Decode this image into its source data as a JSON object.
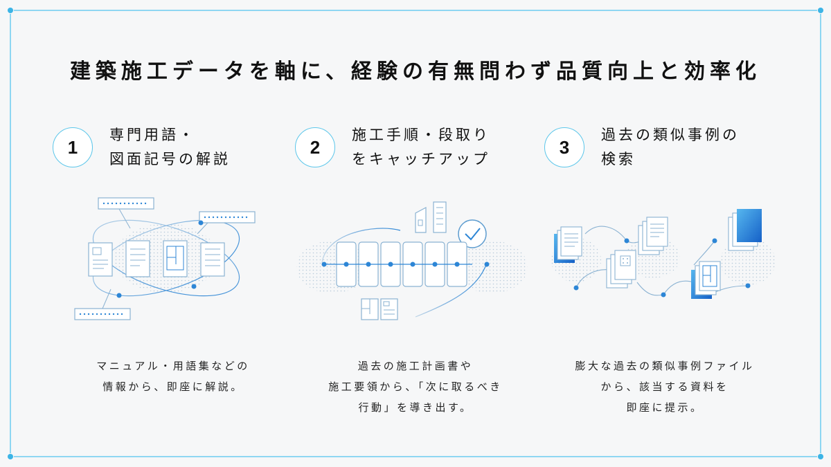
{
  "title": "建築施工データを軸に、経験の有無問わず品質向上と効率化",
  "accent_color": "#5bc6ea",
  "illustration_color": "#2d86d6",
  "features": [
    {
      "number": "1",
      "heading_lines": [
        "専門用語・",
        "図面記号の解説"
      ],
      "description_lines": [
        "マニュアル・用語集などの",
        "情報から、即座に解説。"
      ],
      "illustration": "documents-and-glossary-icon"
    },
    {
      "number": "2",
      "heading_lines": [
        "施工手順・段取り",
        "をキャッチアップ"
      ],
      "description_lines": [
        "過去の施工計画書や",
        "施工要領から、「次に取るべき",
        "行動」を導き出す。"
      ],
      "illustration": "workflow-steps-icon"
    },
    {
      "number": "3",
      "heading_lines": [
        "過去の類似事例の",
        "検索"
      ],
      "description_lines": [
        "膨大な過去の類似事例ファイル",
        "から、該当する資料を",
        "即座に提示。"
      ],
      "illustration": "document-stacks-search-icon"
    }
  ]
}
